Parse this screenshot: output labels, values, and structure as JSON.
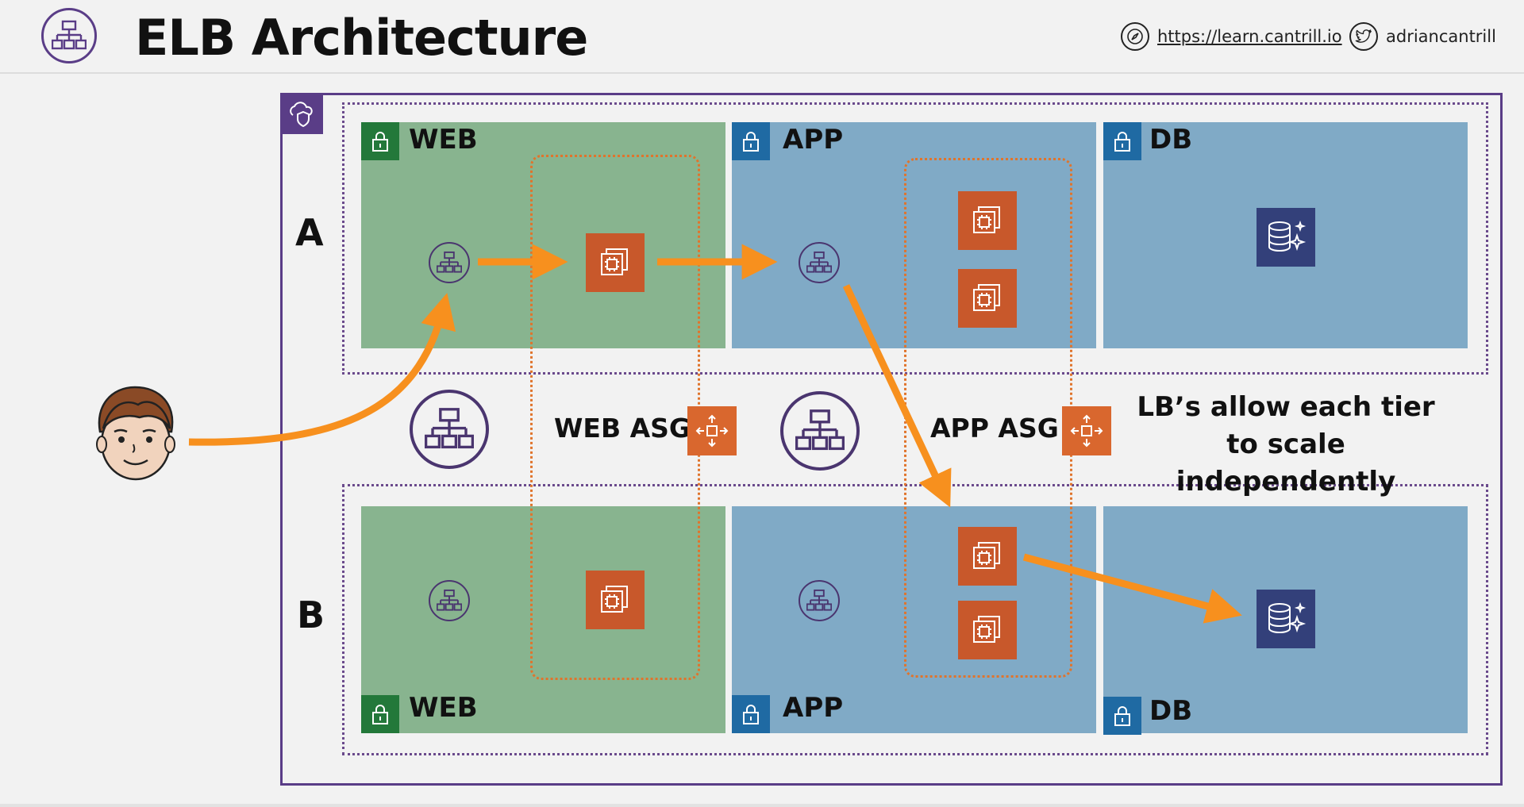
{
  "header": {
    "title": "ELB Architecture",
    "site_link": "https://learn.cantrill.io",
    "twitter_handle": "adriancantrill",
    "logo_icon": "load-balancer-icon",
    "site_icon": "compass-icon",
    "twitter_icon": "twitter-icon"
  },
  "diagram": {
    "availability_zones": [
      {
        "label": "A"
      },
      {
        "label": "B"
      }
    ],
    "subnets": {
      "web": "WEB",
      "app": "APP",
      "db": "DB"
    },
    "asg": {
      "web_label": "WEB ASG",
      "app_label": "APP ASG"
    },
    "note": "LB’s allow each tier to scale independently",
    "colors": {
      "vpc_border": "#5a3d87",
      "web_subnet": "#88b48f",
      "app_db_subnet": "#80aac6",
      "ec2": "#c8582b",
      "rds": "#33407a",
      "arrow": "#f7901e"
    }
  }
}
